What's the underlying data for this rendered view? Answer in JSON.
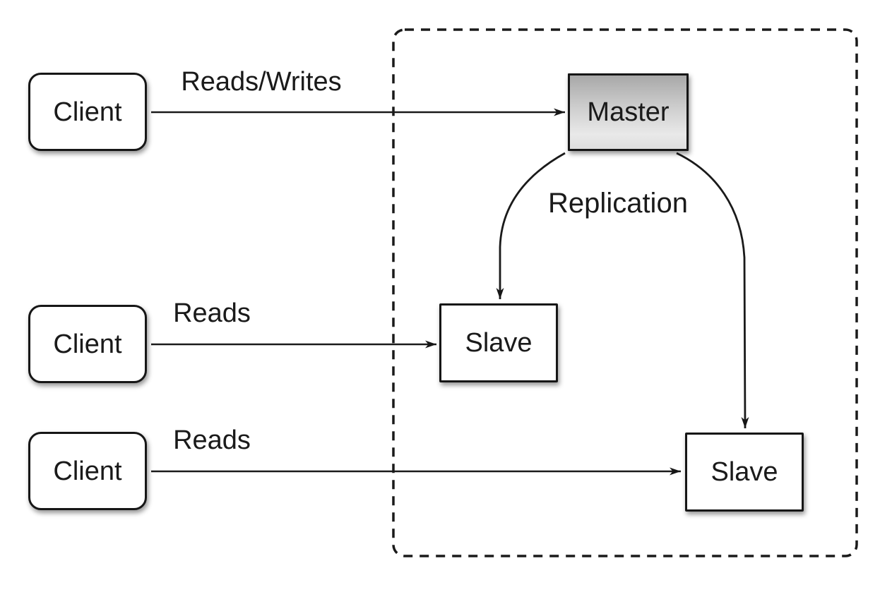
{
  "diagram": {
    "type": "master-slave-replication-topology",
    "nodes": {
      "client_top": {
        "label": "Client"
      },
      "client_middle": {
        "label": "Client"
      },
      "client_bottom": {
        "label": "Client"
      },
      "master": {
        "label": "Master"
      },
      "slave_left": {
        "label": "Slave"
      },
      "slave_right": {
        "label": "Slave"
      }
    },
    "edge_labels": {
      "reads_writes": {
        "label": "Reads/Writes"
      },
      "reads_middle": {
        "label": "Reads"
      },
      "reads_bottom": {
        "label": "Reads"
      },
      "replication": {
        "label": "Replication"
      }
    },
    "colors": {
      "background": "#ffffff",
      "node_fill": "#ffffff",
      "node_border": "#161616",
      "line": "#1a1a1a",
      "master_gradient_top": "#a8a8a8",
      "master_gradient_bottom": "#dedede",
      "text": "#1a1a1a"
    }
  }
}
